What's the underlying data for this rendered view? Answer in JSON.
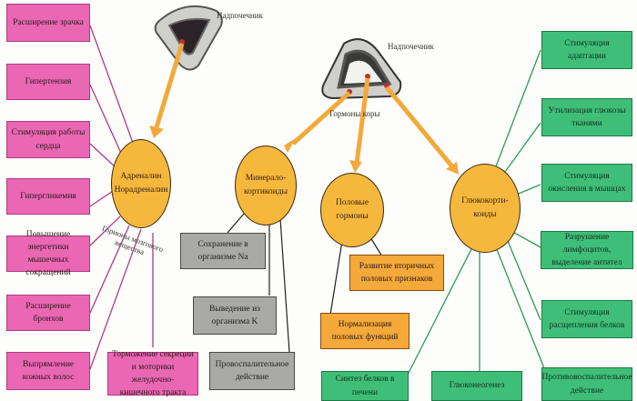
{
  "glands": {
    "left_label": "Надпочечник",
    "right_label": "Надпочечник",
    "cortex_hormones_label": "Гормоны коры",
    "medulla_hormones_label": "Гормоны мозгового вещества"
  },
  "hormones": {
    "adrenaline": [
      "Адреналин",
      "Норадреналин"
    ],
    "mineralocorticoids": [
      "Минерало-",
      "кортикоиды"
    ],
    "sex_hormones": [
      "Половые",
      "гормоны"
    ],
    "glucocorticoids": [
      "Глюкокорти-",
      "коиды"
    ]
  },
  "adrenaline_effects": [
    "Расширение зрачка",
    "Гипертензия",
    "Стимуляция работы сердца",
    "Гипергликемия",
    "Повышение энергетики мышечных сокращений",
    "Расширение бронхов",
    "Выпрямление кожных волос",
    "Торможение секреции и моторики желудочно-кишечного тракта"
  ],
  "mineralocorticoid_effects": [
    "Сохранение в организме Na",
    "Выведение из организма K",
    "Провоспалительное действие"
  ],
  "sex_hormone_effects": [
    "Развитие вторичных половых признаков",
    "Нормализация половых функций"
  ],
  "glucocorticoid_effects": [
    "Стимуляция адаптации",
    "Утилизация глюкозы тканями",
    "Стимуляция окисления в мышцах",
    "Разрушение лимфоцитов, выделение антител",
    "Стимуляция расщепления белков",
    "Противовоспалительное действие",
    "Глюконеогенез",
    "Синтез белков в печени"
  ],
  "colors": {
    "adrenaline_effect": "#ea67b4",
    "mineralocorticoid_effect": "#a9a9a5",
    "sex_hormone_effect": "#f4a93a",
    "glucocorticoid_effect": "#3fbe78",
    "hormone_circle": "#f5b83d",
    "arrow": "#f2a93a"
  }
}
